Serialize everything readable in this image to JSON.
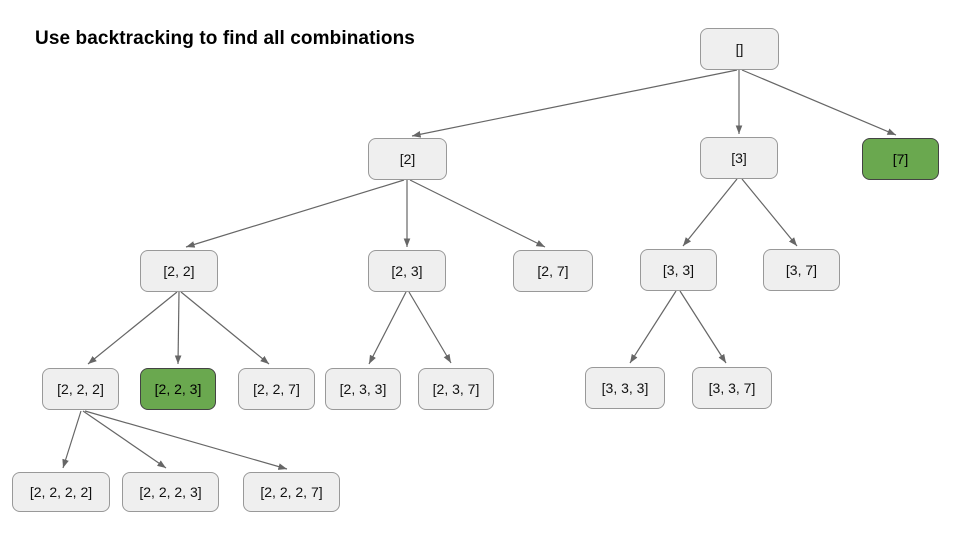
{
  "title": "Use backtracking to find all combinations",
  "diagram": {
    "type": "tree",
    "colors": {
      "node_fill": "#efefef",
      "node_border": "#999999",
      "highlight_fill": "#6aa84f",
      "highlight_border": "#434343",
      "edge_color": "#666666",
      "title_color": "#000000",
      "background": "#ffffff"
    },
    "nodes": [
      {
        "label": "[]",
        "highlighted": false
      },
      {
        "label": "[2]",
        "highlighted": false
      },
      {
        "label": "[3]",
        "highlighted": false
      },
      {
        "label": "[7]",
        "highlighted": true
      },
      {
        "label": "[2, 2]",
        "highlighted": false
      },
      {
        "label": "[2, 3]",
        "highlighted": false
      },
      {
        "label": "[2, 7]",
        "highlighted": false
      },
      {
        "label": "[3, 3]",
        "highlighted": false
      },
      {
        "label": "[3, 7]",
        "highlighted": false
      },
      {
        "label": "[2, 2, 2]",
        "highlighted": false
      },
      {
        "label": "[2, 2, 3]",
        "highlighted": true
      },
      {
        "label": "[2, 2, 7]",
        "highlighted": false
      },
      {
        "label": "[2, 3, 3]",
        "highlighted": false
      },
      {
        "label": "[2, 3, 7]",
        "highlighted": false
      },
      {
        "label": "[3, 3, 3]",
        "highlighted": false
      },
      {
        "label": "[3, 3, 7]",
        "highlighted": false
      },
      {
        "label": "[2, 2, 2, 2]",
        "highlighted": false
      },
      {
        "label": "[2, 2, 2, 3]",
        "highlighted": false
      },
      {
        "label": "[2, 2, 2, 7]",
        "highlighted": false
      }
    ],
    "edges": [
      {
        "from": "[]",
        "to": "[2]"
      },
      {
        "from": "[]",
        "to": "[3]"
      },
      {
        "from": "[]",
        "to": "[7]"
      },
      {
        "from": "[2]",
        "to": "[2, 2]"
      },
      {
        "from": "[2]",
        "to": "[2, 3]"
      },
      {
        "from": "[2]",
        "to": "[2, 7]"
      },
      {
        "from": "[3]",
        "to": "[3, 3]"
      },
      {
        "from": "[3]",
        "to": "[3, 7]"
      },
      {
        "from": "[2, 2]",
        "to": "[2, 2, 2]"
      },
      {
        "from": "[2, 2]",
        "to": "[2, 2, 3]"
      },
      {
        "from": "[2, 2]",
        "to": "[2, 2, 7]"
      },
      {
        "from": "[2, 3]",
        "to": "[2, 3, 3]"
      },
      {
        "from": "[2, 3]",
        "to": "[2, 3, 7]"
      },
      {
        "from": "[3, 3]",
        "to": "[3, 3, 3]"
      },
      {
        "from": "[3, 3]",
        "to": "[3, 3, 7]"
      },
      {
        "from": "[2, 2, 2]",
        "to": "[2, 2, 2, 2]"
      },
      {
        "from": "[2, 2, 2]",
        "to": "[2, 2, 2, 3]"
      },
      {
        "from": "[2, 2, 2]",
        "to": "[2, 2, 2, 7]"
      }
    ]
  }
}
